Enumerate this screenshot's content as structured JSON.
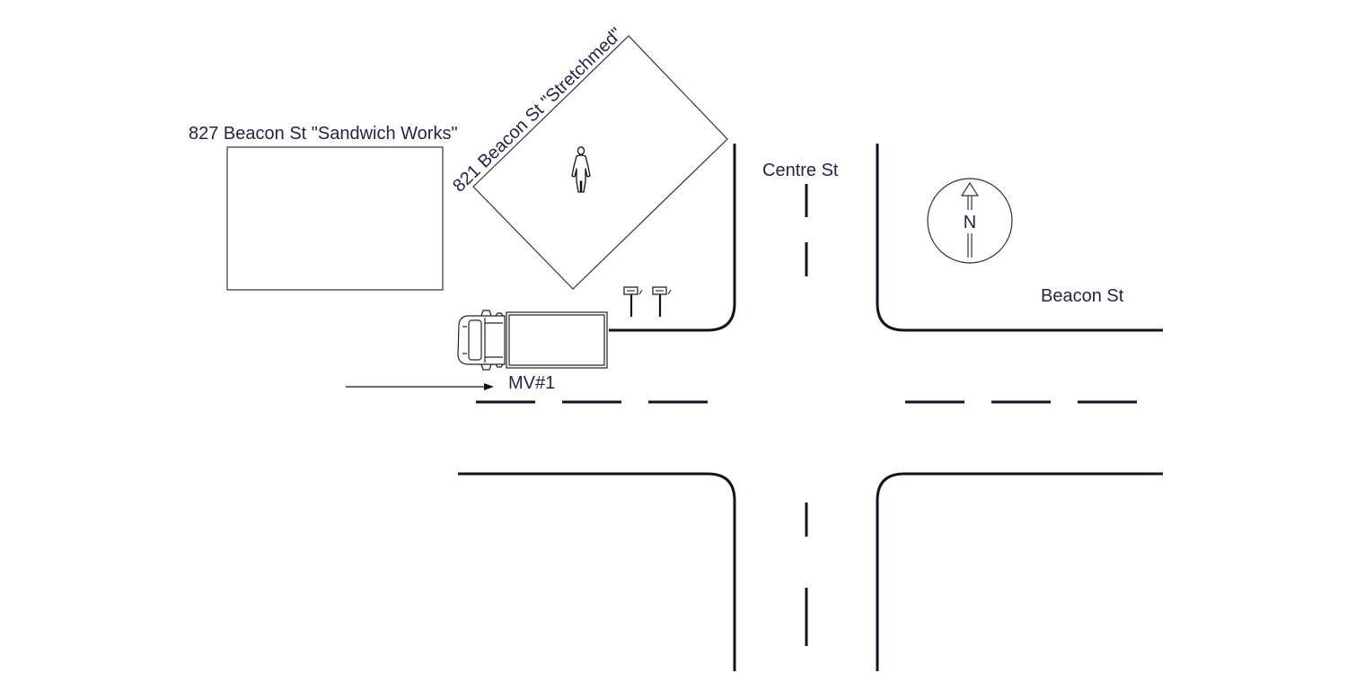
{
  "labels": {
    "building_827": "827 Beacon St \"Sandwich Works\"",
    "building_821": "821 Beacon St \"Stretchmed\"",
    "centre_st": "Centre St",
    "beacon_st": "Beacon St",
    "vehicle": "MV#1",
    "north": "N"
  },
  "icons": {
    "pedestrian": "pedestrian-icon",
    "vehicle": "box-truck-icon",
    "signs": "parking-sign-icon",
    "direction": "right-arrow-icon",
    "compass": "north-arrow-icon"
  }
}
